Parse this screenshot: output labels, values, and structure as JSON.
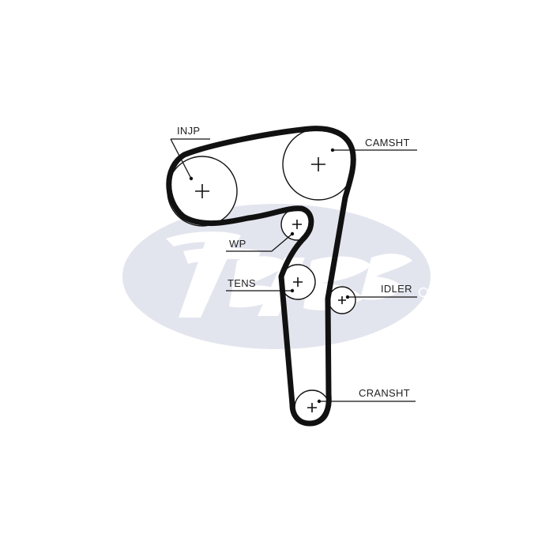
{
  "diagram": {
    "watermark_color": "#e3e5ee",
    "belt_color": "#111111",
    "components": {
      "injp": {
        "label": "INJP"
      },
      "camsht": {
        "label": "CAMSHT"
      },
      "wp": {
        "label": "WP"
      },
      "tens": {
        "label": "TENS"
      },
      "idler": {
        "label": "IDLER"
      },
      "cransht": {
        "label": "CRANSHT"
      }
    }
  }
}
